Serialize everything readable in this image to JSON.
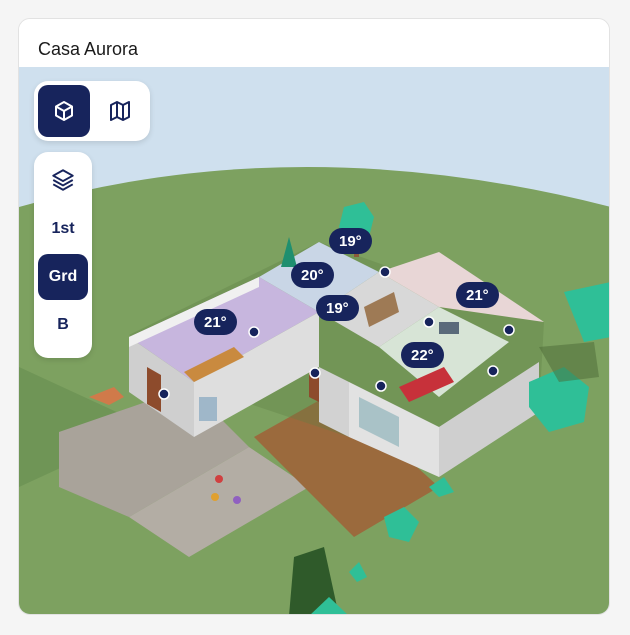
{
  "header": {
    "title": "Casa Aurora"
  },
  "view_toggle": {
    "modes": [
      {
        "id": "3d",
        "icon": "cube-icon",
        "active": true
      },
      {
        "id": "map",
        "icon": "map-icon",
        "active": false
      }
    ]
  },
  "floor_selector": {
    "icon": "layers-icon",
    "floors": [
      {
        "label": "1st",
        "active": false
      },
      {
        "label": "Grd",
        "active": true
      },
      {
        "label": "B",
        "active": false
      }
    ]
  },
  "temperatures": [
    {
      "value": "19°"
    },
    {
      "value": "20°"
    },
    {
      "value": "21°"
    },
    {
      "value": "19°"
    },
    {
      "value": "21°"
    },
    {
      "value": "22°"
    }
  ],
  "colors": {
    "accent": "#17245c",
    "sky": "#cfe0ee",
    "grass": "#7da160",
    "walls": "#e3e3e3"
  }
}
